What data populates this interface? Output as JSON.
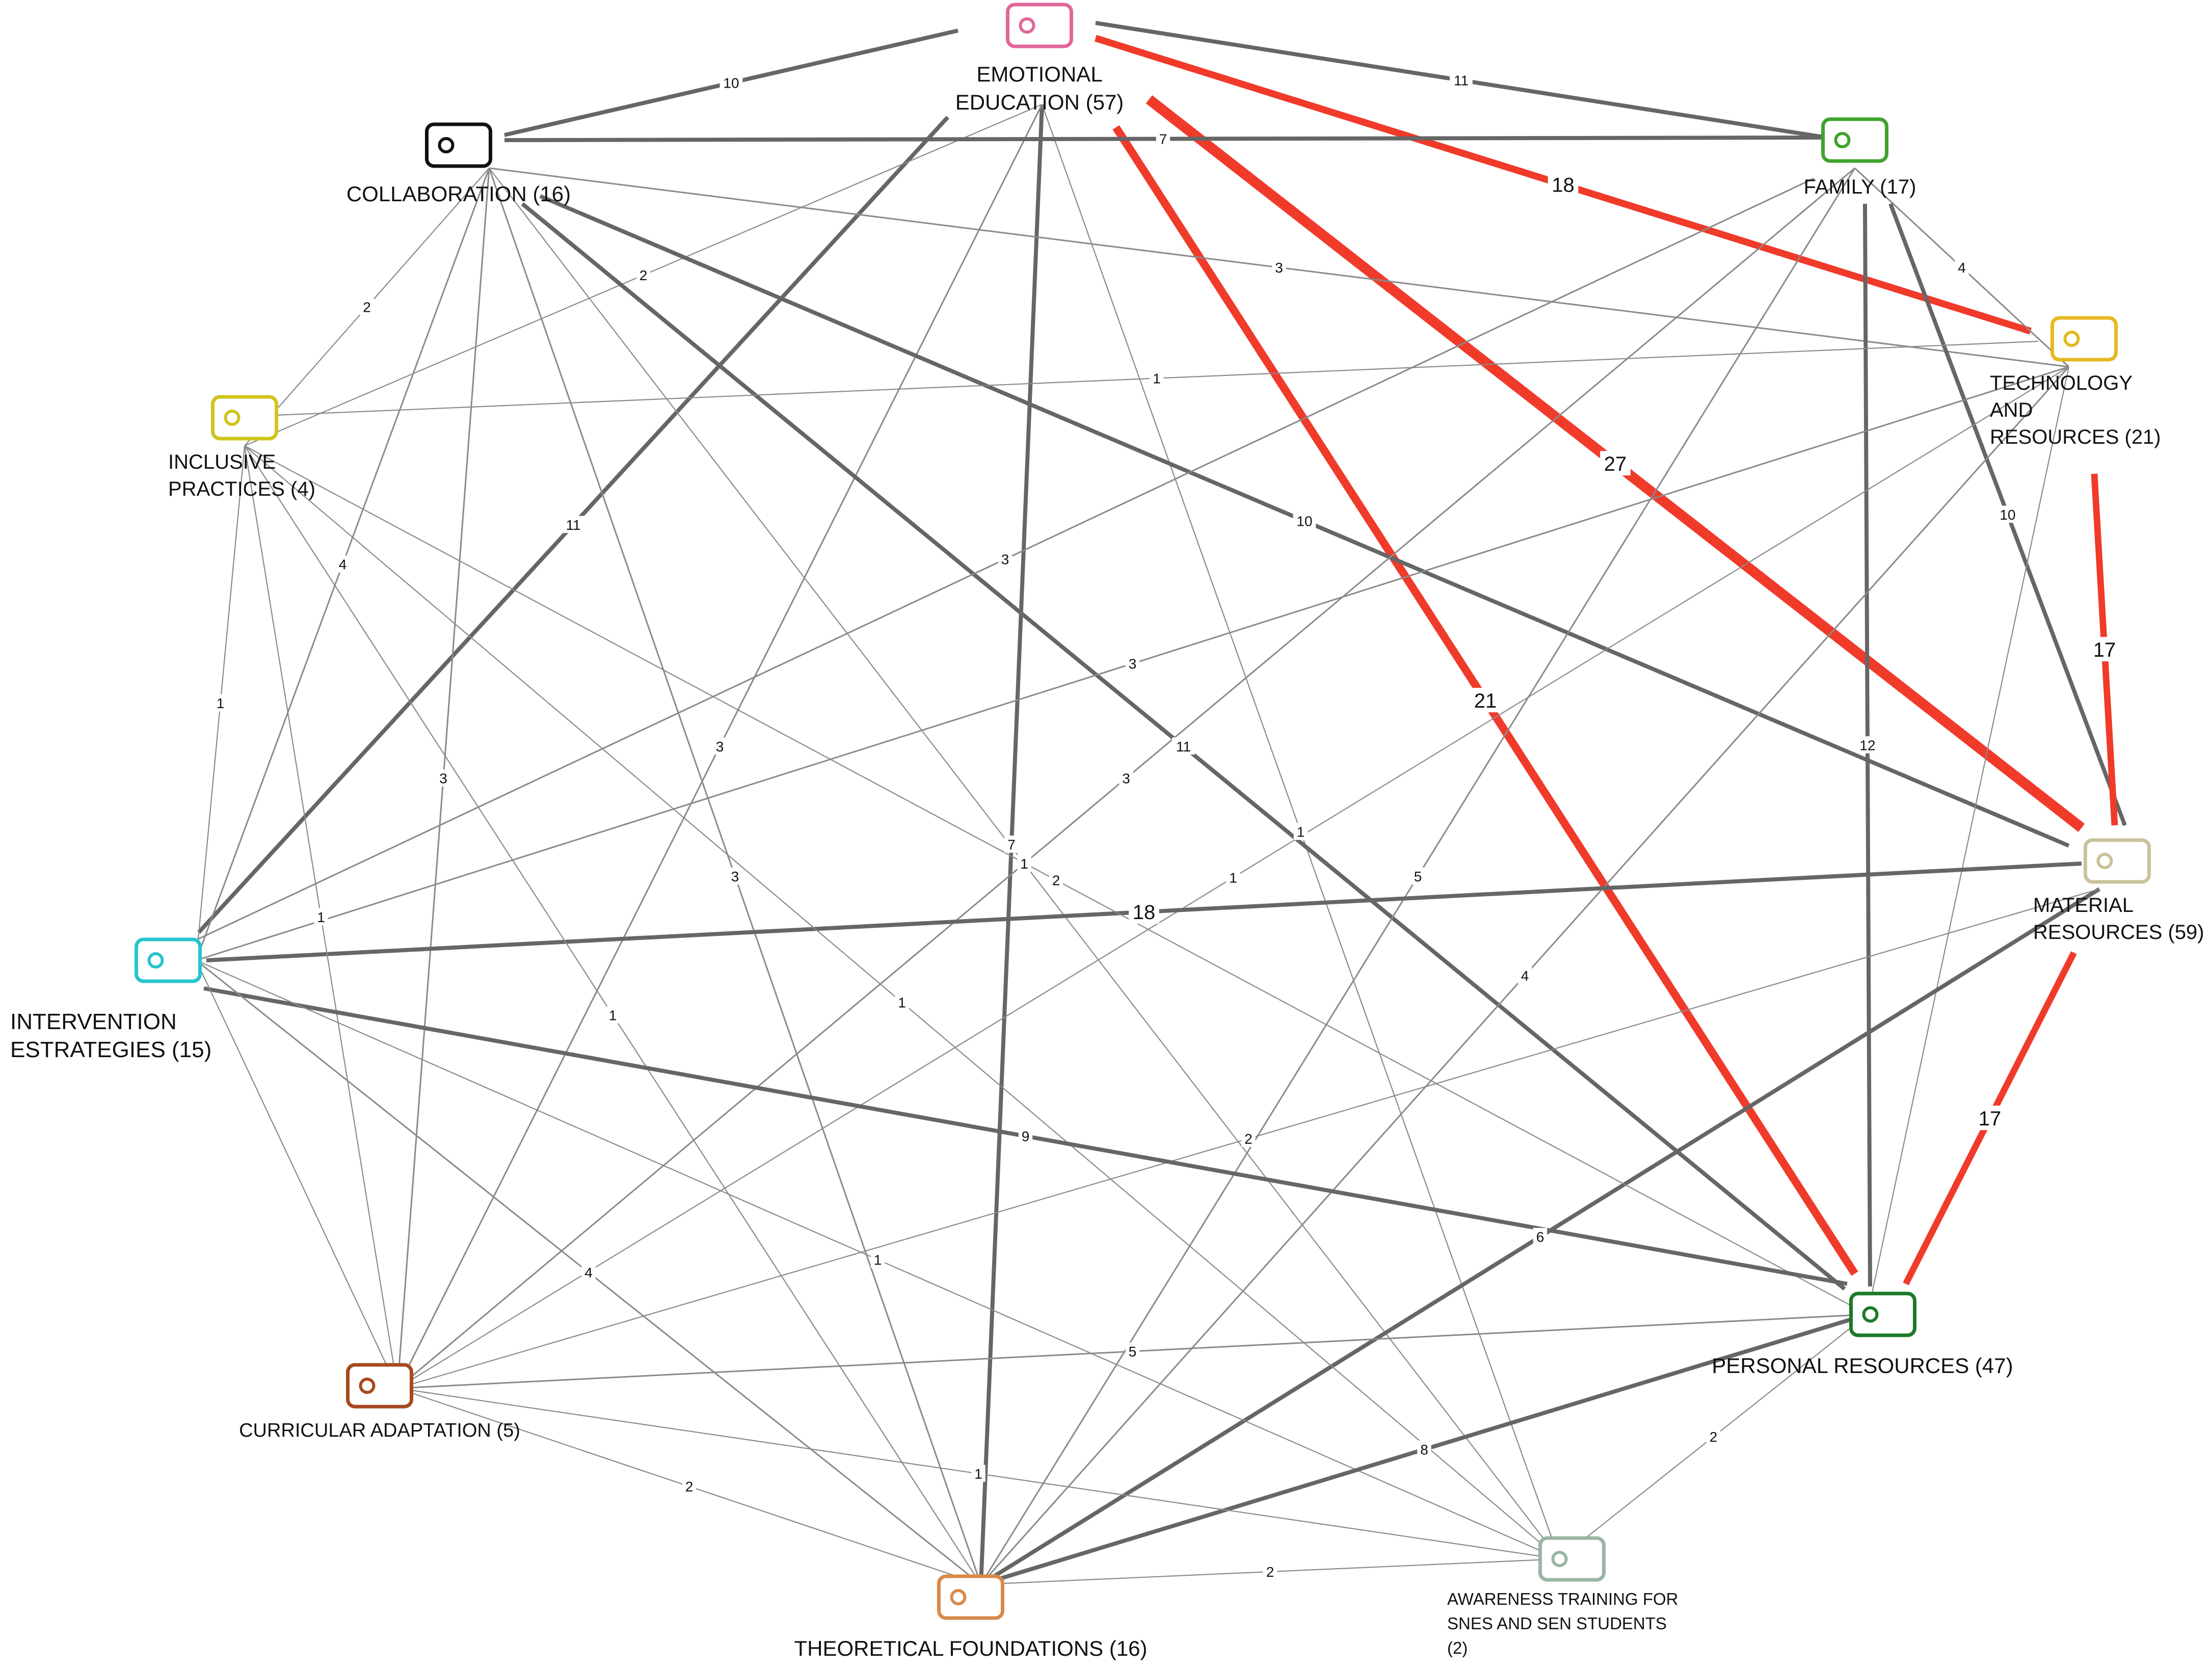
{
  "nodes": [
    {
      "id": "emotional",
      "label_lines": [
        "EMOTIONAL",
        "EDUCATION (57)"
      ],
      "color": "#e0679a"
    },
    {
      "id": "collaboration",
      "label_lines": [
        "COLLABORATION (16)"
      ],
      "color": "#111111"
    },
    {
      "id": "family",
      "label_lines": [
        "FAMILY (17)"
      ],
      "color": "#3fa32d"
    },
    {
      "id": "technology",
      "label_lines": [
        "TECHNOLOGY",
        "AND",
        "RESOURCES (21)"
      ],
      "color": "#e6b820"
    },
    {
      "id": "inclusive",
      "label_lines": [
        "INCLUSIVE",
        "PRACTICES (4)"
      ],
      "color": "#cfc51c"
    },
    {
      "id": "material",
      "label_lines": [
        "MATERIAL",
        "RESOURCES (59)"
      ],
      "color": "#c9c29a"
    },
    {
      "id": "intervention",
      "label_lines": [
        "INTERVENTION",
        "ESTRATEGIES (15)"
      ],
      "color": "#27c4cf"
    },
    {
      "id": "personal",
      "label_lines": [
        "PERSONAL RESOURCES (47)"
      ],
      "color": "#1a7a28"
    },
    {
      "id": "curricular",
      "label_lines": [
        "CURRICULAR ADAPTATION (5)"
      ],
      "color": "#a64a1e"
    },
    {
      "id": "awareness",
      "label_lines": [
        "AWARENESS TRAINING FOR",
        "SNES AND SEN STUDENTS",
        "(2)"
      ],
      "color": "#9ab5a4"
    },
    {
      "id": "theoretical",
      "label_lines": [
        "THEORETICAL FOUNDATIONS (16)"
      ],
      "color": "#d98a4a"
    }
  ],
  "edges": [
    {
      "from": "emotional",
      "to": "collaboration",
      "weight": "10"
    },
    {
      "from": "emotional",
      "to": "family",
      "weight": "11"
    },
    {
      "from": "emotional",
      "to": "technology",
      "weight": "18",
      "highlight": true
    },
    {
      "from": "emotional",
      "to": "material",
      "weight": "27",
      "highlight": true
    },
    {
      "from": "emotional",
      "to": "personal",
      "weight": "21",
      "highlight": true
    },
    {
      "from": "emotional",
      "to": "intervention",
      "weight": "11"
    },
    {
      "from": "emotional",
      "to": "theoretical",
      "weight": "7"
    },
    {
      "from": "emotional",
      "to": "inclusive",
      "weight": "2"
    },
    {
      "from": "emotional",
      "to": "curricular",
      "weight": "3"
    },
    {
      "from": "emotional",
      "to": "awareness",
      "weight": "1"
    },
    {
      "from": "collaboration",
      "to": "family",
      "weight": "7"
    },
    {
      "from": "collaboration",
      "to": "technology",
      "weight": "3"
    },
    {
      "from": "collaboration",
      "to": "material",
      "weight": "10"
    },
    {
      "from": "collaboration",
      "to": "personal",
      "weight": "11"
    },
    {
      "from": "collaboration",
      "to": "inclusive",
      "weight": "2"
    },
    {
      "from": "collaboration",
      "to": "intervention",
      "weight": "4"
    },
    {
      "from": "collaboration",
      "to": "curricular",
      "weight": "3"
    },
    {
      "from": "collaboration",
      "to": "theoretical",
      "weight": "3"
    },
    {
      "from": "collaboration",
      "to": "awareness",
      "weight": "1"
    },
    {
      "from": "family",
      "to": "technology",
      "weight": "4"
    },
    {
      "from": "family",
      "to": "material",
      "weight": "10"
    },
    {
      "from": "family",
      "to": "personal",
      "weight": "12"
    },
    {
      "from": "family",
      "to": "intervention",
      "weight": "3"
    },
    {
      "from": "family",
      "to": "curricular",
      "weight": "3"
    },
    {
      "from": "family",
      "to": "theoretical",
      "weight": "5"
    },
    {
      "from": "technology",
      "to": "material",
      "weight": "17",
      "highlight": true
    },
    {
      "from": "technology",
      "to": "inclusive",
      "weight": "1"
    },
    {
      "from": "technology",
      "to": "intervention",
      "weight": "3"
    },
    {
      "from": "technology",
      "to": "curricular",
      "weight": "1"
    },
    {
      "from": "technology",
      "to": "personal",
      "weight": ""
    },
    {
      "from": "technology",
      "to": "theoretical",
      "weight": "4"
    },
    {
      "from": "material",
      "to": "personal",
      "weight": "17",
      "highlight": true
    },
    {
      "from": "material",
      "to": "intervention",
      "weight": "18"
    },
    {
      "from": "material",
      "to": "theoretical",
      "weight": "6"
    },
    {
      "from": "material",
      "to": "curricular",
      "weight": "2"
    },
    {
      "from": "inclusive",
      "to": "intervention",
      "weight": "1"
    },
    {
      "from": "inclusive",
      "to": "curricular",
      "weight": "1"
    },
    {
      "from": "inclusive",
      "to": "personal",
      "weight": "2"
    },
    {
      "from": "inclusive",
      "to": "theoretical",
      "weight": "1"
    },
    {
      "from": "inclusive",
      "to": "awareness",
      "weight": "1"
    },
    {
      "from": "intervention",
      "to": "personal",
      "weight": "9"
    },
    {
      "from": "intervention",
      "to": "theoretical",
      "weight": "4"
    },
    {
      "from": "intervention",
      "to": "awareness",
      "weight": "1"
    },
    {
      "from": "intervention",
      "to": "curricular",
      "weight": ""
    },
    {
      "from": "personal",
      "to": "theoretical",
      "weight": "8"
    },
    {
      "from": "personal",
      "to": "awareness",
      "weight": "2"
    },
    {
      "from": "personal",
      "to": "curricular",
      "weight": "5"
    },
    {
      "from": "curricular",
      "to": "theoretical",
      "weight": "2"
    },
    {
      "from": "curricular",
      "to": "awareness",
      "weight": "1"
    },
    {
      "from": "theoretical",
      "to": "awareness",
      "weight": "2"
    }
  ]
}
